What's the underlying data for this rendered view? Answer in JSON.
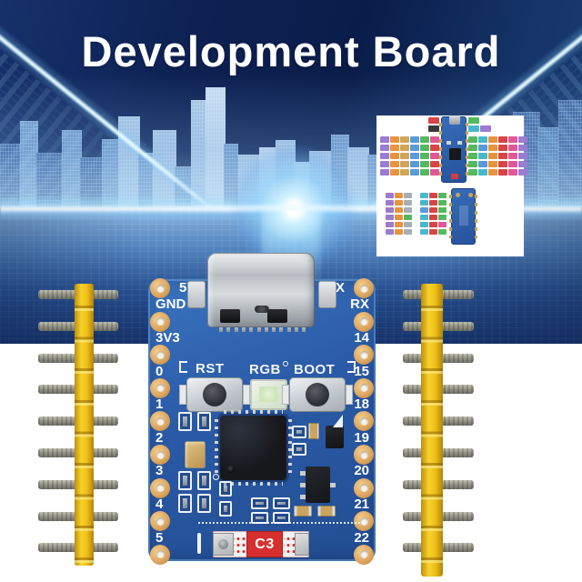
{
  "title": "Development Board",
  "colors": {
    "pcb_blue": "#2a5aa6",
    "pad_gold": "#dca45f",
    "header_yellow": "#f2c51d",
    "antenna_red": "#d62f2f",
    "silkscreen_white": "#f2f5f8",
    "title_white": "#ffffff"
  },
  "board": {
    "left_pins": [
      "5V",
      "GND",
      "3V3",
      "0",
      "1",
      "2",
      "3",
      "4",
      "5"
    ],
    "right_pins": [
      "TX",
      "RX",
      "14",
      "15",
      "18",
      "19",
      "20",
      "21",
      "22"
    ],
    "silkscreen": {
      "reset": "RST",
      "led": "RGB",
      "boot": "BOOT"
    },
    "chip_marking": "C3"
  },
  "pinout_inset": {
    "palette": {
      "purple": "#9d7bd0",
      "orange": "#e8943c",
      "tan": "#cfa55c",
      "blue": "#5a9ad8",
      "green": "#55b860",
      "pink": "#e05898",
      "red": "#d84545",
      "cyan": "#48b8cc",
      "gray": "#a8aeb4",
      "black": "#3a3a3a"
    },
    "front": {
      "left_singles": [
        [
          "red"
        ],
        [
          "black"
        ]
      ],
      "right_singles": [
        [
          "green"
        ],
        [
          "cyan",
          "purple"
        ]
      ],
      "left_rows": [
        [
          "purple",
          "orange",
          "tan",
          "blue",
          "green",
          "pink"
        ],
        [
          "purple",
          "orange",
          "tan",
          "blue",
          "green",
          "red"
        ],
        [
          "purple",
          "orange",
          "tan",
          "blue",
          "green",
          "pink"
        ],
        [
          "purple",
          "orange",
          "tan",
          "blue",
          "green",
          "red"
        ],
        [
          "purple",
          "orange",
          "tan",
          "blue",
          "green",
          "pink"
        ]
      ],
      "right_rows": [
        [
          "green",
          "cyan",
          "orange",
          "red",
          "pink",
          "purple"
        ],
        [
          "green",
          "blue",
          "orange",
          "red",
          "pink",
          "purple"
        ],
        [
          "green",
          "cyan",
          "orange",
          "red",
          "pink",
          "purple"
        ],
        [
          "green",
          "blue",
          "orange",
          "red",
          "pink",
          "purple"
        ],
        [
          "green",
          "cyan",
          "orange",
          "red",
          "pink",
          "purple"
        ]
      ]
    },
    "back": {
      "left_rows": [
        [
          "purple",
          "orange",
          "gray",
          "cyan",
          "red",
          "green"
        ],
        [
          "purple",
          "orange",
          "gray",
          "cyan",
          "red",
          "green"
        ],
        [
          "purple",
          "orange",
          "gray",
          "blue",
          "red",
          "green"
        ],
        [
          "purple",
          "orange",
          "green",
          "cyan",
          "red",
          "green"
        ],
        [
          "purple",
          "orange",
          "gray",
          "cyan",
          "red",
          "pink"
        ],
        [
          "purple",
          "orange",
          "gray",
          "cyan",
          "red",
          "green"
        ]
      ]
    }
  }
}
